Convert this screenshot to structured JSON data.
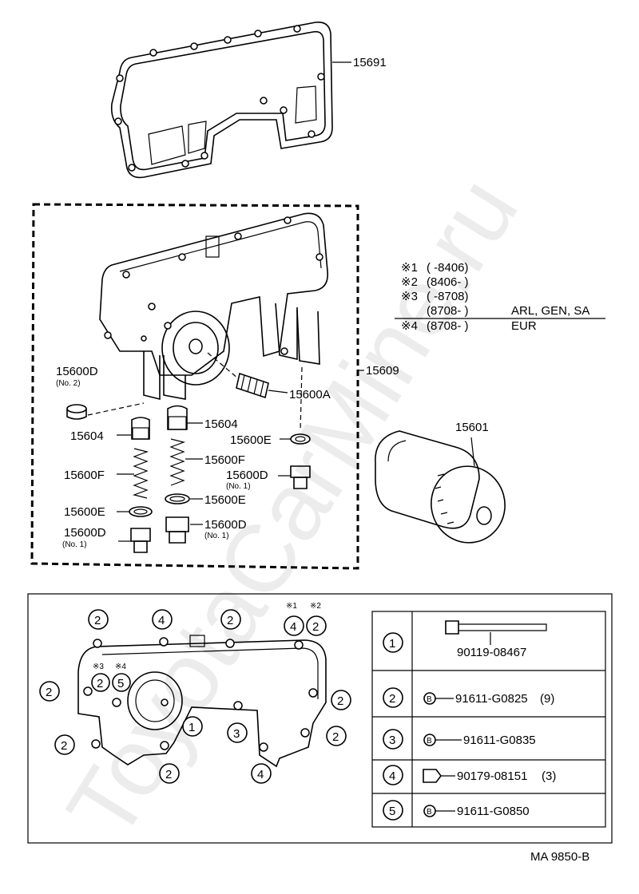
{
  "watermark": "ToyotaCarMine.ru",
  "diagram_ref": "MA 9850-B",
  "parts": {
    "gasket_cover": "15691",
    "oil_pump_assy": "15609",
    "oil_filter": "15601",
    "relief_valve": "15600A",
    "plug_no2": "15600D",
    "plug_no2_tag": "(No. 2)",
    "valve_left": "15604",
    "valve_right": "15604",
    "spring_left": "15600F",
    "spring_right": "15600F",
    "gasket_e_top": "15600E",
    "plug_d_right": "15600D",
    "plug_d_right_tag": "(No. 1)",
    "gasket_e_left": "15600E",
    "gasket_e_right": "15600E",
    "plug_d_left": "15600D",
    "plug_d_left_tag": "(No. 1)",
    "plug_d_center": "15600D",
    "plug_d_center_tag": "(No. 1)"
  },
  "notes": [
    {
      "mark": "※1",
      "range": "(        -8406)",
      "extra": ""
    },
    {
      "mark": "※2",
      "range": "(8406-        )",
      "extra": ""
    },
    {
      "mark": "※3",
      "range": "(        -8708)",
      "extra": ""
    },
    {
      "mark": "",
      "range": "(8708-        )",
      "extra": "ARL, GEN, SA"
    },
    {
      "mark": "※4",
      "range": "(8708-        )",
      "extra": "EUR"
    }
  ],
  "bolt_legend": [
    {
      "key": "1",
      "part": "90119-08467",
      "qty": ""
    },
    {
      "key": "2",
      "part": "91611-G0825",
      "qty": "(9)"
    },
    {
      "key": "3",
      "part": "91611-G0835",
      "qty": ""
    },
    {
      "key": "4",
      "part": "90179-08151",
      "qty": "(3)"
    },
    {
      "key": "5",
      "part": "91611-G0850",
      "qty": ""
    }
  ],
  "bolt_map": {
    "c2_tl": "2",
    "c4_top": "4",
    "c2_top": "2",
    "c4_star": "4",
    "c2_star": "2",
    "star1": "※1",
    "star2": "※2",
    "star3": "※3",
    "star4": "※4",
    "c2_in": "2",
    "c5_in": "5",
    "c2_left": "2",
    "c2_right": "2",
    "c1": "1",
    "c3": "3",
    "c2_lower": "2",
    "c2_botr": "2",
    "c2_bot": "2",
    "c4_bot": "4"
  }
}
